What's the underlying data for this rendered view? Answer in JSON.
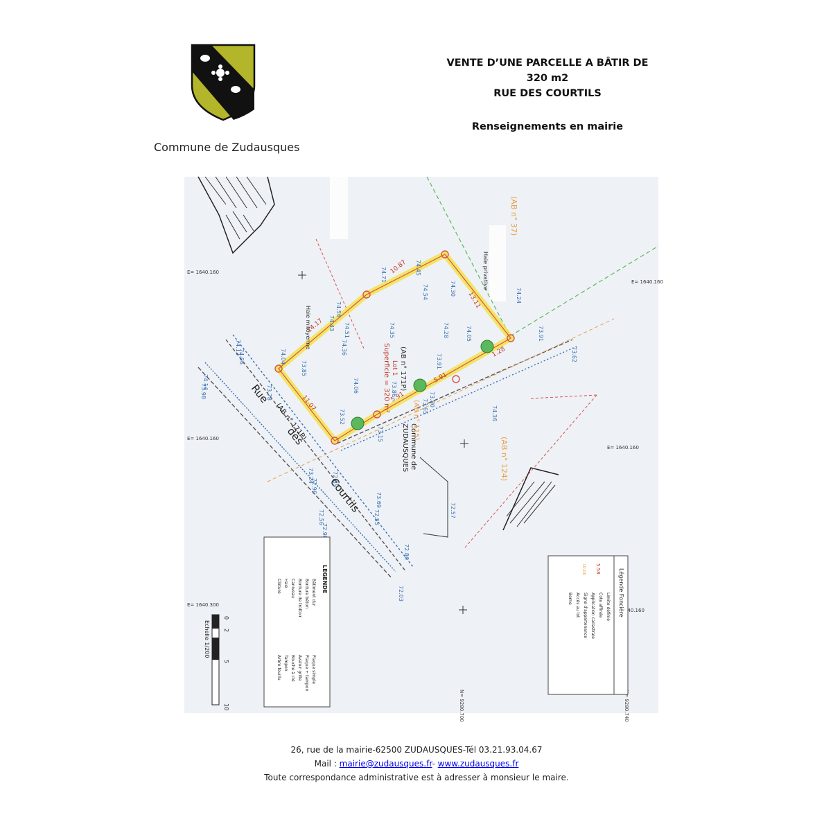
{
  "header": {
    "commune": "Commune de Zudausques",
    "title_line1": "VENTE D’UNE PARCELLE A BÂTIR DE",
    "title_line2": "320 m2",
    "title_line3": "RUE DES COURTILS",
    "subtitle": "Renseignements en mairie"
  },
  "plan": {
    "lot_label": "Lot 1",
    "parcel_ref": "(AB n° 171P)",
    "area_label": "Superficie = 320 m²",
    "street_label_1": "Rue",
    "street_label_2": "des",
    "street_label_3": "Courtils",
    "street_parcel_ref": "(AB n° 171P)",
    "commune_label_1": "Commune de",
    "commune_label_2": "ZUDAUSQUES",
    "ref_ab37": "(AB n° 37)",
    "ref_ab115": "(AB n° 115)",
    "ref_ab124": "(AB n° 124)",
    "haie_mitoyenne": "Haie mitoyenne",
    "haie_privative": "Haie privative",
    "coord_e1": "E= 1640.160",
    "coord_e2": "E= 1640.160",
    "coord_e3": "E= 1640.160",
    "coord_e4": "E= 1640.160",
    "coord_e5": "E= 1640.300",
    "coord_e6": "E= 1640.160",
    "coord_n1": "N= 9280.700",
    "coord_n2": "N= 9280.740",
    "dim_top": "10.87",
    "dim_right": "13.11",
    "dim_left": "14.17",
    "dim_bottom1": "11.07",
    "dim_bottom2": "5.91",
    "dim_bottom3": "5.91",
    "dim_bottom4": "1.28",
    "spot_heights": [
      "74.71",
      "74.45",
      "74.54",
      "74.30",
      "74.24",
      "74.56",
      "74.43",
      "74.51",
      "74.28",
      "74.05",
      "74.36",
      "74.35",
      "74.04",
      "73.91",
      "73.86",
      "73.85",
      "74.06",
      "73.52",
      "73.80",
      "73.15",
      "74.12",
      "74.06",
      "74.14",
      "73.98",
      "73.78",
      "73.24",
      "72.96",
      "72.85",
      "72.56",
      "72.98",
      "73.69",
      "72.55",
      "72.86",
      "72.03",
      "73.62",
      "74.36",
      "73.91",
      "72.57",
      "73.65"
    ],
    "scale_label": "Echelle 1/200",
    "scale_ticks": [
      "0",
      "2",
      "5",
      "10"
    ]
  },
  "legend": {
    "title": "LEGENDE",
    "items": [
      "Bâtiment dur",
      "Bordure béton",
      "Bordure de trottoir",
      "Caniveau",
      "Haie",
      "Clôture"
    ],
    "symbols": [
      "Plaque simple",
      "Plaque + tampon",
      "Avaloir grille",
      "Bouche à clé",
      "Tampon",
      "Arbre feuillu"
    ]
  },
  "legend_fonciere": {
    "title": "Légende Foncière",
    "items": [
      "Limite définie",
      "Cote affinée",
      "Application cadastrale",
      "Signe d'appartenance",
      "Accès au lot",
      "Borne"
    ],
    "sample_value": "5.58",
    "sample_value2": "10.00"
  },
  "footer": {
    "address": "26, rue de la mairie-62500 ZUDAUSQUES-Tél 03.21.93.04.67",
    "mail_prefix": "Mail : ",
    "email": "mairie@zudausques.fr",
    "separator": "- ",
    "website": "www.zudausques.fr",
    "notice": "Toute correspondance administrative est à adresser à monsieur le maire."
  },
  "colors": {
    "crest_gold": "#b3b52a",
    "crest_black": "#111111",
    "plot_yellow": "#f2e34a",
    "plot_boundary": "#d9534f",
    "survey_blue": "#3a6fb5",
    "hedge_green": "#5cb85c",
    "orange_line": "#e7a04a"
  }
}
